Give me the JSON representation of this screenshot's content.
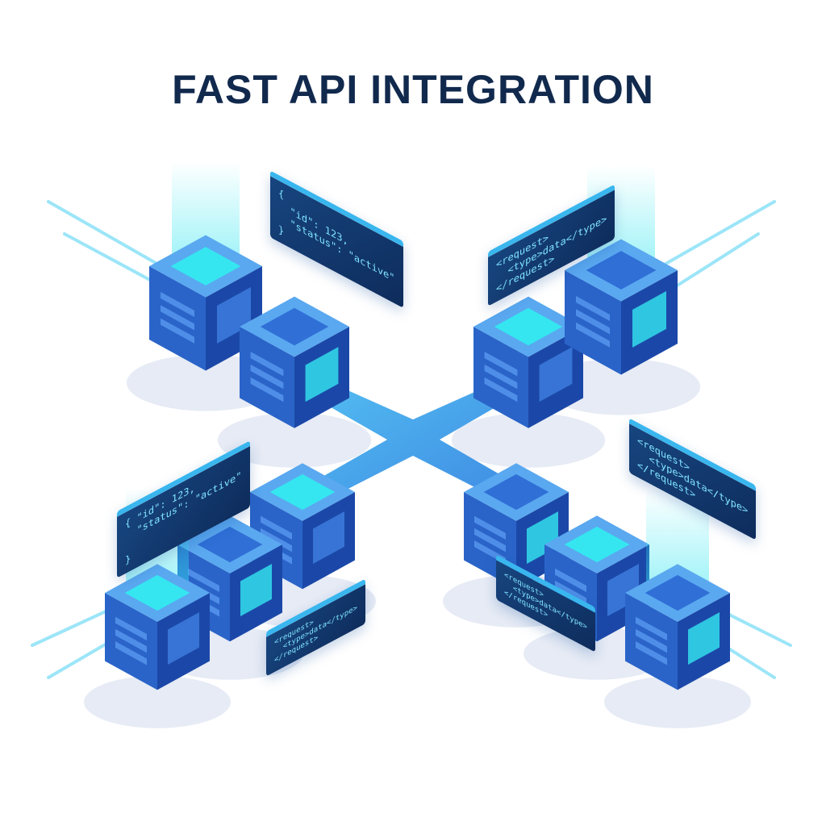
{
  "title": "FAST API INTEGRATION",
  "panels": [
    {
      "lines": [
        "{",
        "  \"id\": 123,",
        "  \"status\": \"active\"",
        "}"
      ]
    },
    {
      "lines": [
        "<request>",
        "  <type>data</type>",
        "</request>"
      ]
    },
    {
      "lines": [
        "{ \"id\": 123,",
        "  \"status\": \"active\"",
        "",
        "}"
      ]
    },
    {
      "lines": [
        "<request>",
        "  <type>data</type>",
        "</request>"
      ]
    },
    {
      "lines": [
        "<request>",
        "  <type>data</type>",
        "</request>"
      ]
    },
    {
      "lines": [
        "<request>",
        "  <type>data</type>",
        "</request>"
      ]
    }
  ],
  "colors": {
    "title": "#11294d",
    "cube_top": "#5aa8f0",
    "cube_left": "#2a64c8",
    "cube_right": "#1b48a8",
    "accent": "#35e6f0"
  }
}
